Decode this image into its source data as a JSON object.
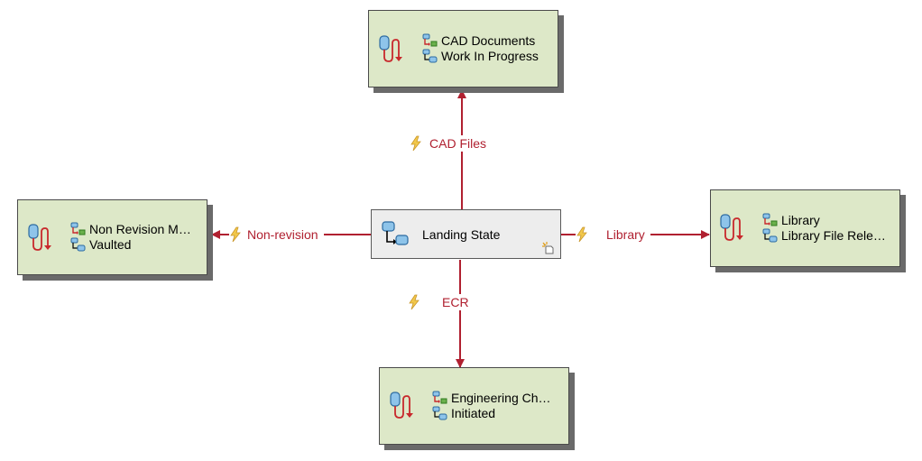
{
  "landing": {
    "label": "Landing State"
  },
  "nodes": {
    "top": {
      "line1": "CAD Documents",
      "line2": "Work In Progress"
    },
    "left": {
      "line1": "Non Revision M…",
      "line2": "Vaulted"
    },
    "right": {
      "line1": "Library",
      "line2": "Library File Rele…"
    },
    "bottom": {
      "line1": "Engineering Ch…",
      "line2": "Initiated"
    }
  },
  "connectors": {
    "top": {
      "label": "CAD Files"
    },
    "left": {
      "label": "Non-revision"
    },
    "right": {
      "label": "Library"
    },
    "bottom": {
      "label": "ECR"
    }
  },
  "colors": {
    "node_fill": "#dde8c8",
    "connector": "#b02030",
    "landing_fill": "#ededed"
  },
  "icons": {
    "workflow": "workflow-icon",
    "state": "state-transition-icon",
    "landing": "landing-state-icon",
    "bolt": "lightning-bolt-icon",
    "new": "new-item-icon"
  }
}
